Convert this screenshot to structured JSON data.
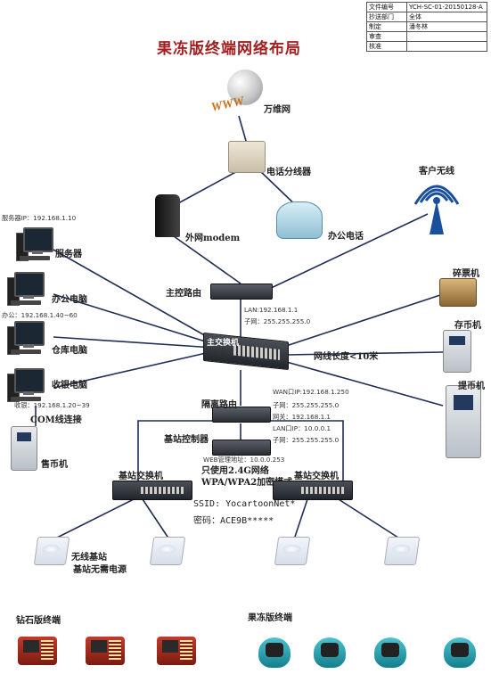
{
  "info_table": [
    {
      "key": "文件编号",
      "value": "YCH-SC-01-20150128-A"
    },
    {
      "key": "抄送部门",
      "value": "全体"
    },
    {
      "key": "制定",
      "value": "潘冬林"
    },
    {
      "key": "审查",
      "value": ""
    },
    {
      "key": "核准",
      "value": ""
    }
  ],
  "title": "果冻版终端网络布局",
  "labels": {
    "www": "WWW",
    "internet": "万维网",
    "splitter": "电话分线器",
    "modem": "外网modem",
    "office_phone": "办公电话",
    "client_wireless": "客户无线",
    "server": "服务器",
    "office_pc": "办公电脑",
    "warehouse_pc": "仓库电脑",
    "cashier_pc": "收银电脑",
    "com_conn": "COM线连接",
    "coin_seller": "售币机",
    "main_router": "主控路由",
    "main_switch": "主交换机",
    "ticket_machine": "碎票机",
    "deposit_machine": "存币机",
    "withdraw_machine": "提币机",
    "cable_note": "网线长度<10米",
    "isolation_router": "隔离路由",
    "base_controller": "基站控制器",
    "base_switch_left": "基站交换机",
    "base_switch_right": "基站交换机",
    "wireless_base": "无线基站",
    "base_power": "基站无需电源",
    "diamond_terminal": "钻石版终端",
    "jelly_terminal": "果冻版终端"
  },
  "ips": {
    "server_ip": "服务器IP：192.168.1.10",
    "office_ip": "办公：192.168.1.40~60",
    "cashier_ip": "收银：192.168.1.20~39",
    "lan": "LAN:192.168.1.1",
    "subnet1": "子网：255.255.255.0",
    "wan": "WAN口IP:192.168.1.250",
    "subnet2": "子网：255.255.255.0",
    "gateway": "网关：192.168.1.1",
    "lan2": "LAN口IP：10.0.0.1",
    "subnet3": "子网：255.255.255.0",
    "web_mgmt": "WEB管理地址：10.0.0.253"
  },
  "notes": {
    "band": "只使用2.4G网络",
    "security": "WPA/WPA2加密模式",
    "ssid": "SSID: YocartoonNet*",
    "password": "密码：ACE9B*****"
  }
}
